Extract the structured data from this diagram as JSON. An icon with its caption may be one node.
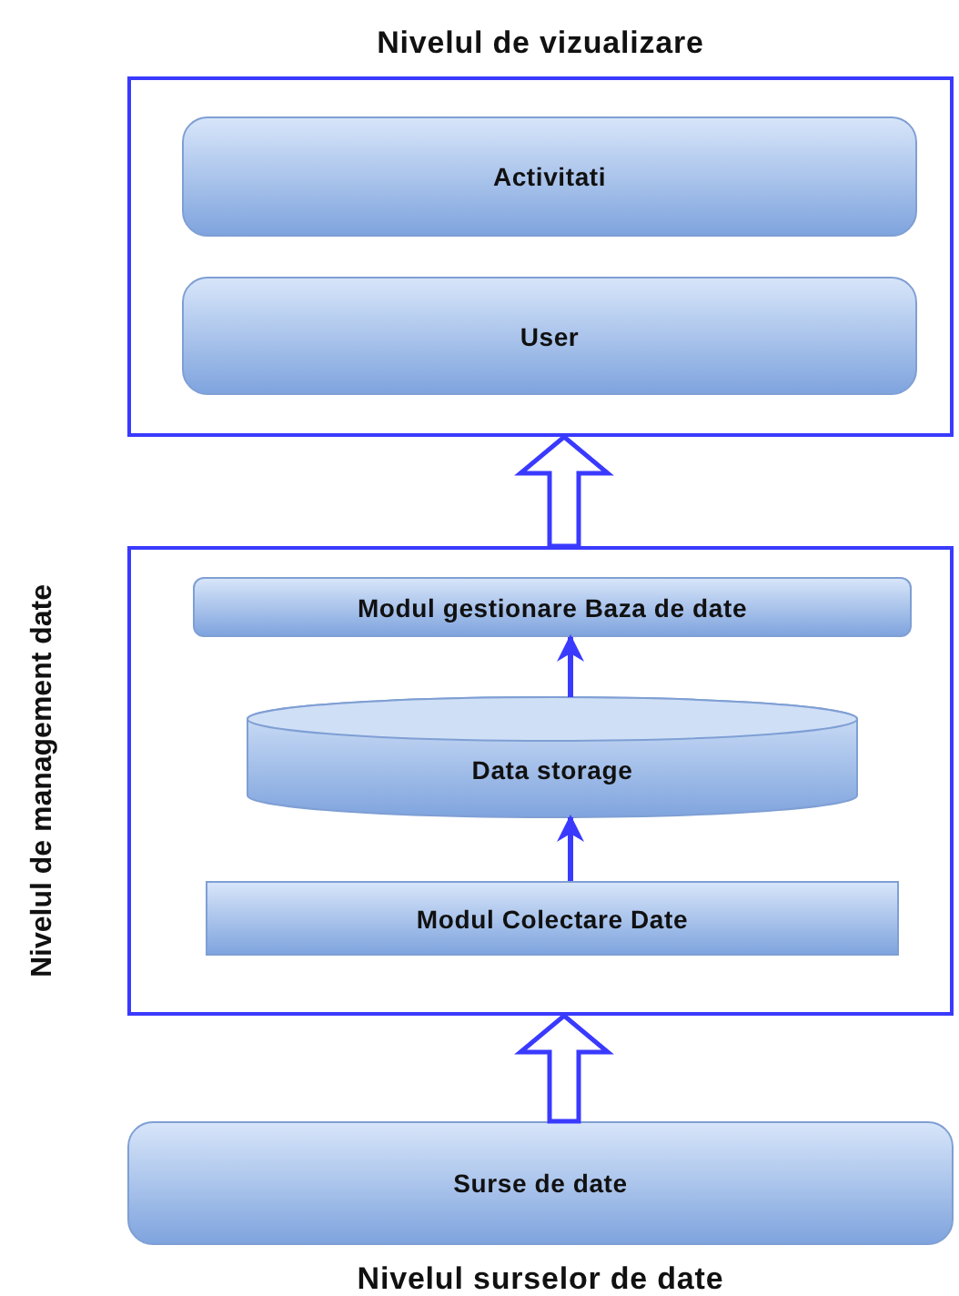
{
  "diagram": {
    "nodes": [
      {
        "text": [
          "Nivelul de vizualizare"
        ]
      },
      {
        "text": [
          "Activitati"
        ],
        "in": 0
      },
      {
        "text": [
          "User"
        ],
        "in": 0
      },
      {
        "text": [
          "Nivelul de management date"
        ]
      },
      {
        "text": [
          "Modul gestionare Baza de date"
        ],
        "in": 3
      },
      {
        "text": [
          "Data storage"
        ],
        "in": 3
      },
      {
        "text": [
          "Modul Colectare Date"
        ],
        "in": 3
      },
      {
        "text": [
          "Surse de date"
        ],
        "beside": [
          "Nivelul surselor de date"
        ]
      }
    ],
    "edges": [
      {
        "from": 3,
        "to": 0,
        "arrow": "to",
        "style": "thick"
      },
      {
        "from": 5,
        "to": 4,
        "arrow": "to"
      },
      {
        "from": 6,
        "to": 5,
        "arrow": "to"
      },
      {
        "from": 7,
        "to": 3,
        "arrow": "to",
        "style": "thick"
      }
    ]
  }
}
